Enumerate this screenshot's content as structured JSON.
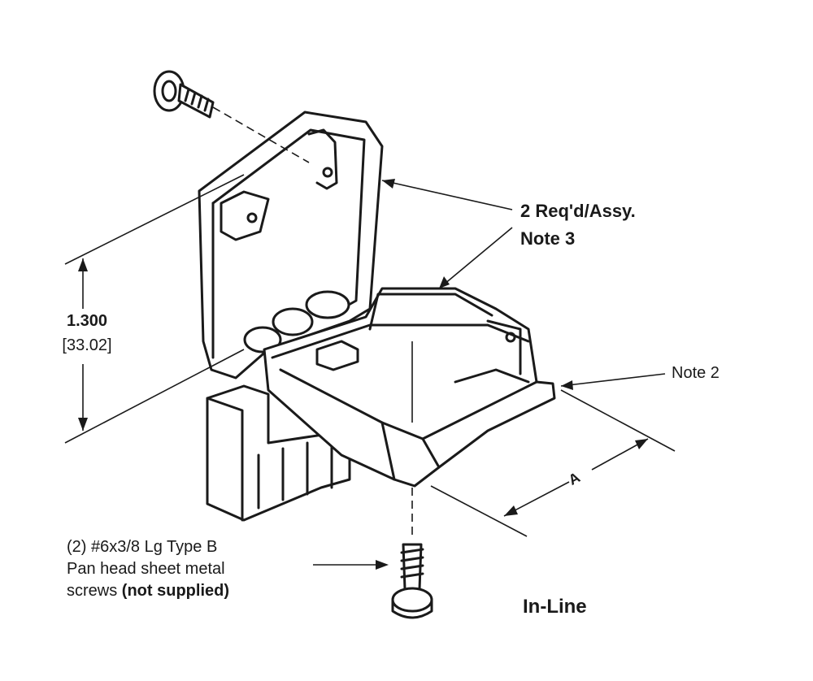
{
  "dimension": {
    "value": "1.300",
    "metric": "[33.02]",
    "a_label": "A"
  },
  "callouts": {
    "required": "2 Req'd/Assy.",
    "note3": "Note 3",
    "note2": "Note 2"
  },
  "screws": {
    "line1": "(2) #6x3/8 Lg Type B",
    "line2": "Pan head sheet metal",
    "line3_prefix": "screws ",
    "line3_bold": "(not supplied)"
  },
  "view_title": "In-Line"
}
